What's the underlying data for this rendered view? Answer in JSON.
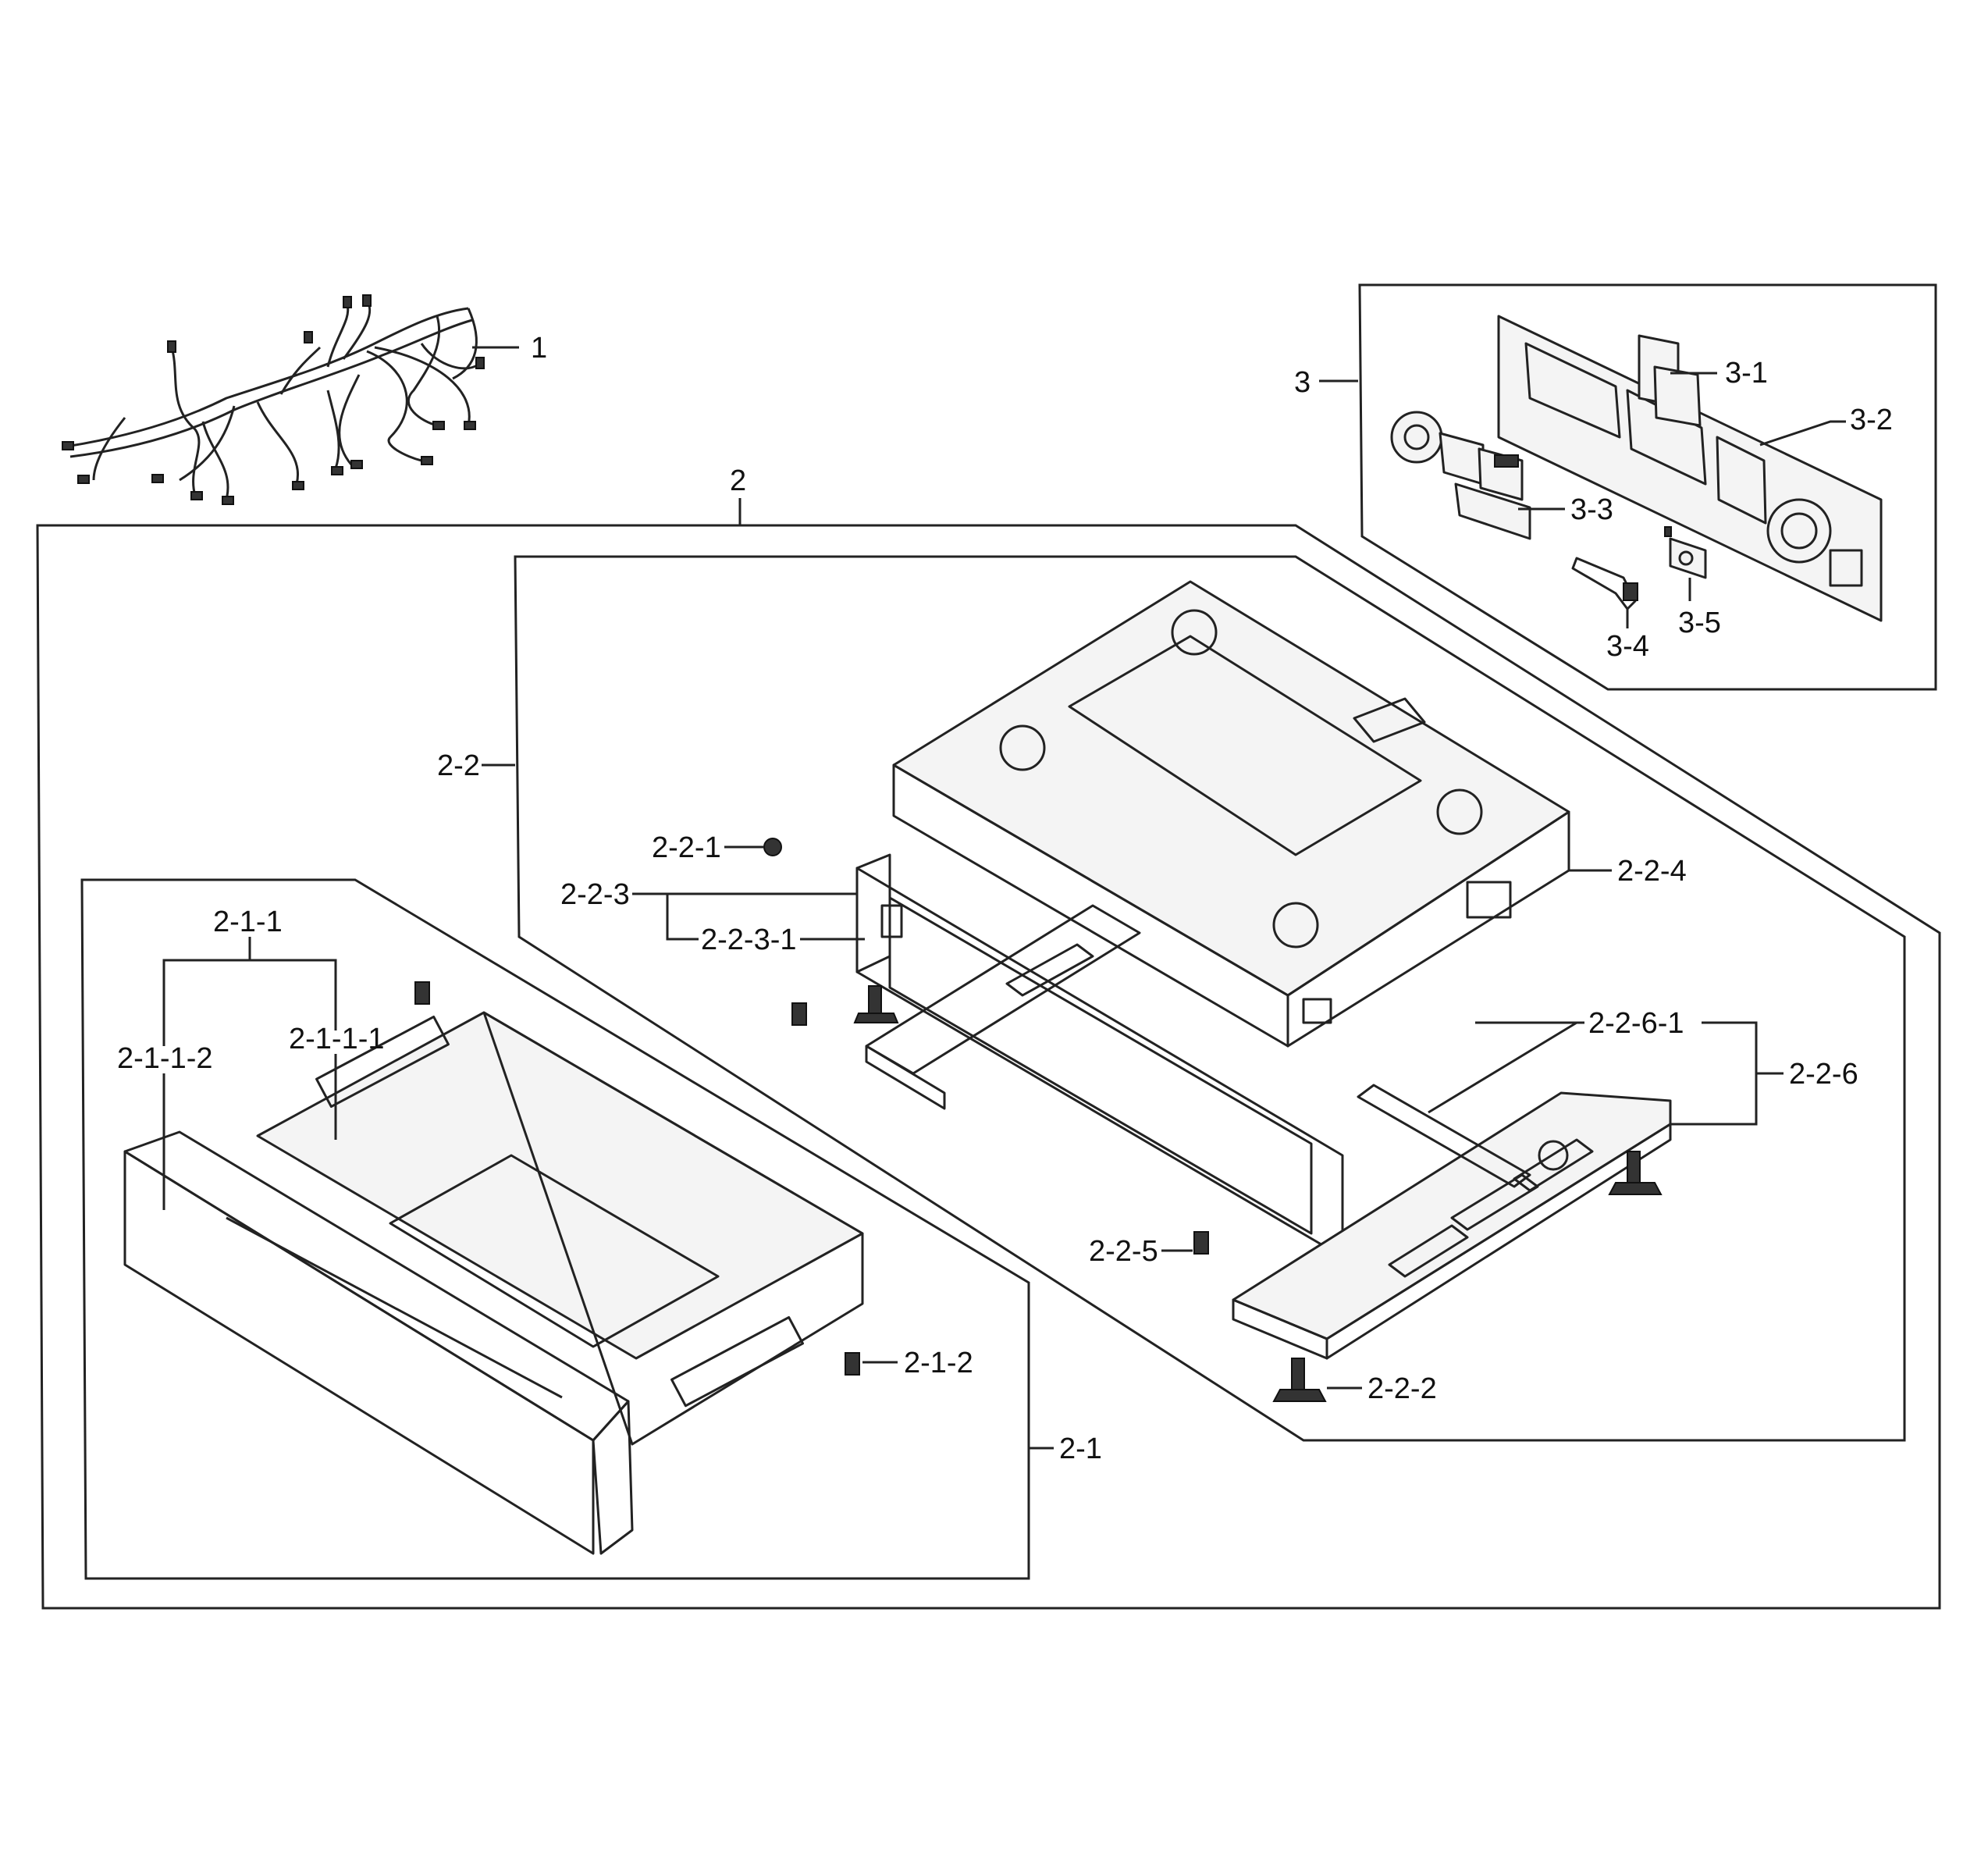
{
  "labels": {
    "l1": "1",
    "l2": "2",
    "l3": "3",
    "l3_1": "3-1",
    "l3_2": "3-2",
    "l3_3": "3-3",
    "l3_4": "3-4",
    "l3_5": "3-5",
    "l2_2": "2-2",
    "l2_2_1": "2-2-1",
    "l2_2_2": "2-2-2",
    "l2_2_3": "2-2-3",
    "l2_2_3_1": "2-2-3-1",
    "l2_2_4": "2-2-4",
    "l2_2_5": "2-2-5",
    "l2_2_6": "2-2-6",
    "l2_2_6_1": "2-2-6-1",
    "l2_1": "2-1",
    "l2_1_1": "2-1-1",
    "l2_1_1_1": "2-1-1-1",
    "l2_1_1_2": "2-1-1-2",
    "l2_1_2": "2-1-2"
  }
}
